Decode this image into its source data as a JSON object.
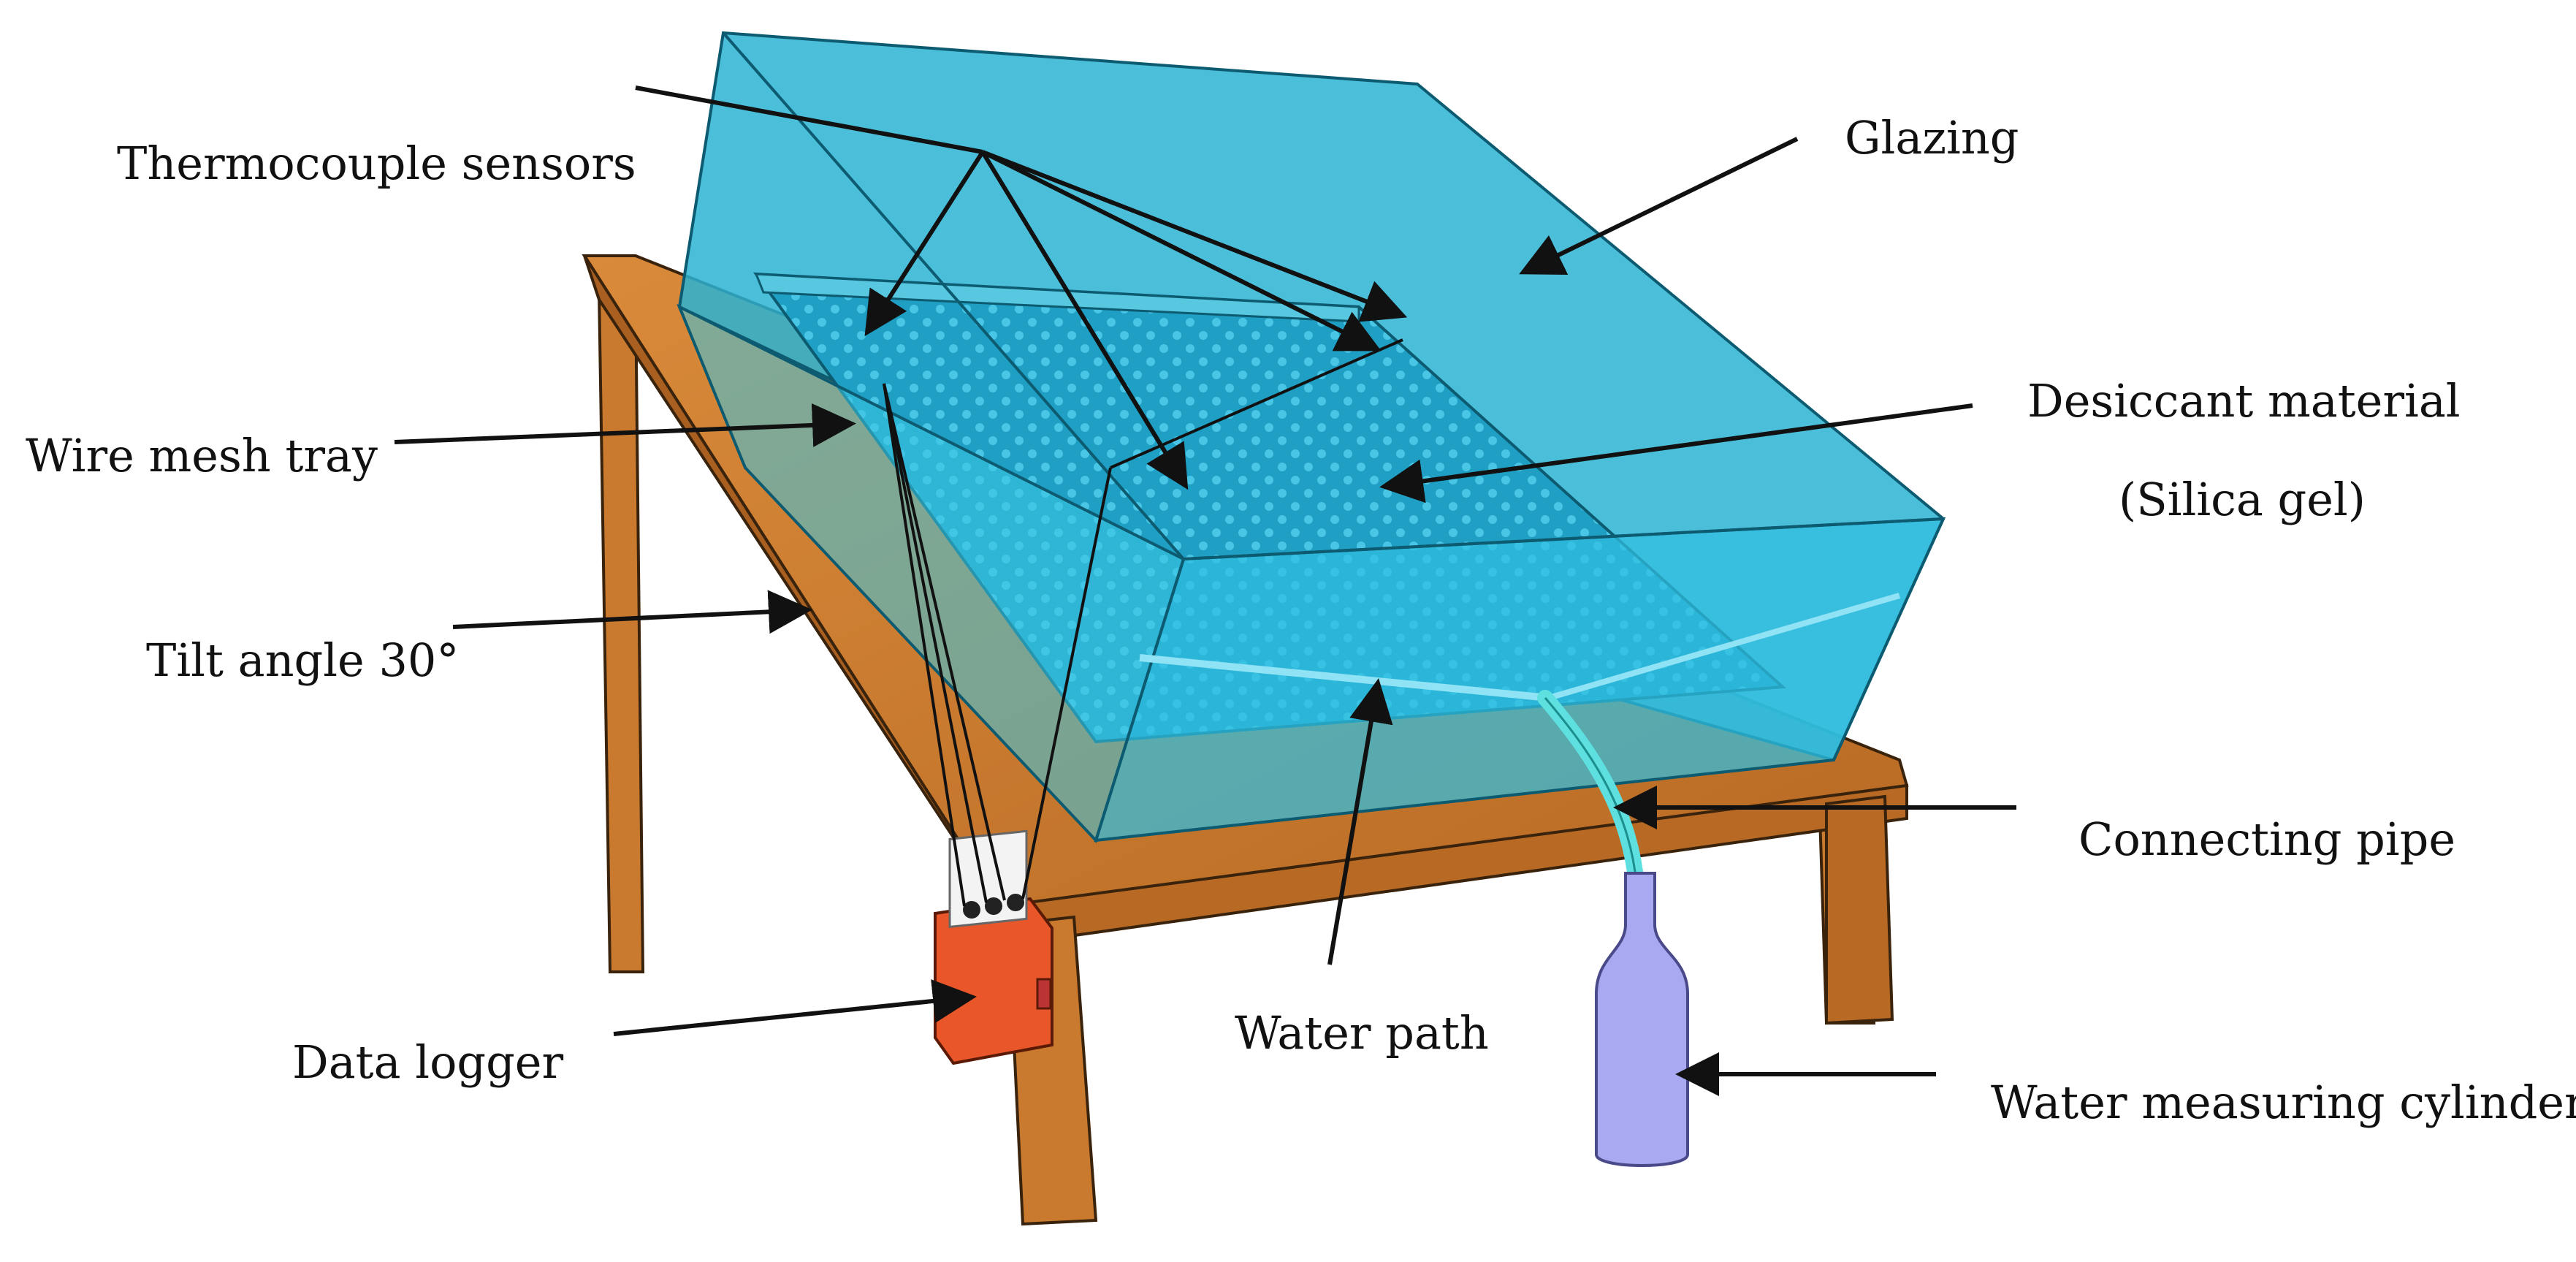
{
  "labels": {
    "thermocouple": "Thermocouple sensors",
    "glazing": "Glazing",
    "wire_mesh": "Wire mesh tray",
    "desiccant_line1": "Desiccant material",
    "desiccant_line2": "(Silica gel)",
    "tilt": "Tilt angle 30°",
    "connecting_pipe": "Connecting pipe",
    "data_logger": "Data logger",
    "water_path": "Water path",
    "water_cylinder": "Water measuring cylinder"
  },
  "colors": {
    "glass": "#2bb3d4",
    "glass_dark": "#1a8fb0",
    "wood": "#c97a2e",
    "wood_dark": "#9a5a1e",
    "logger": "#e8562a",
    "cylinder": "#a9a9f2",
    "pipe": "#5fe0e0",
    "arrow": "#111111"
  }
}
